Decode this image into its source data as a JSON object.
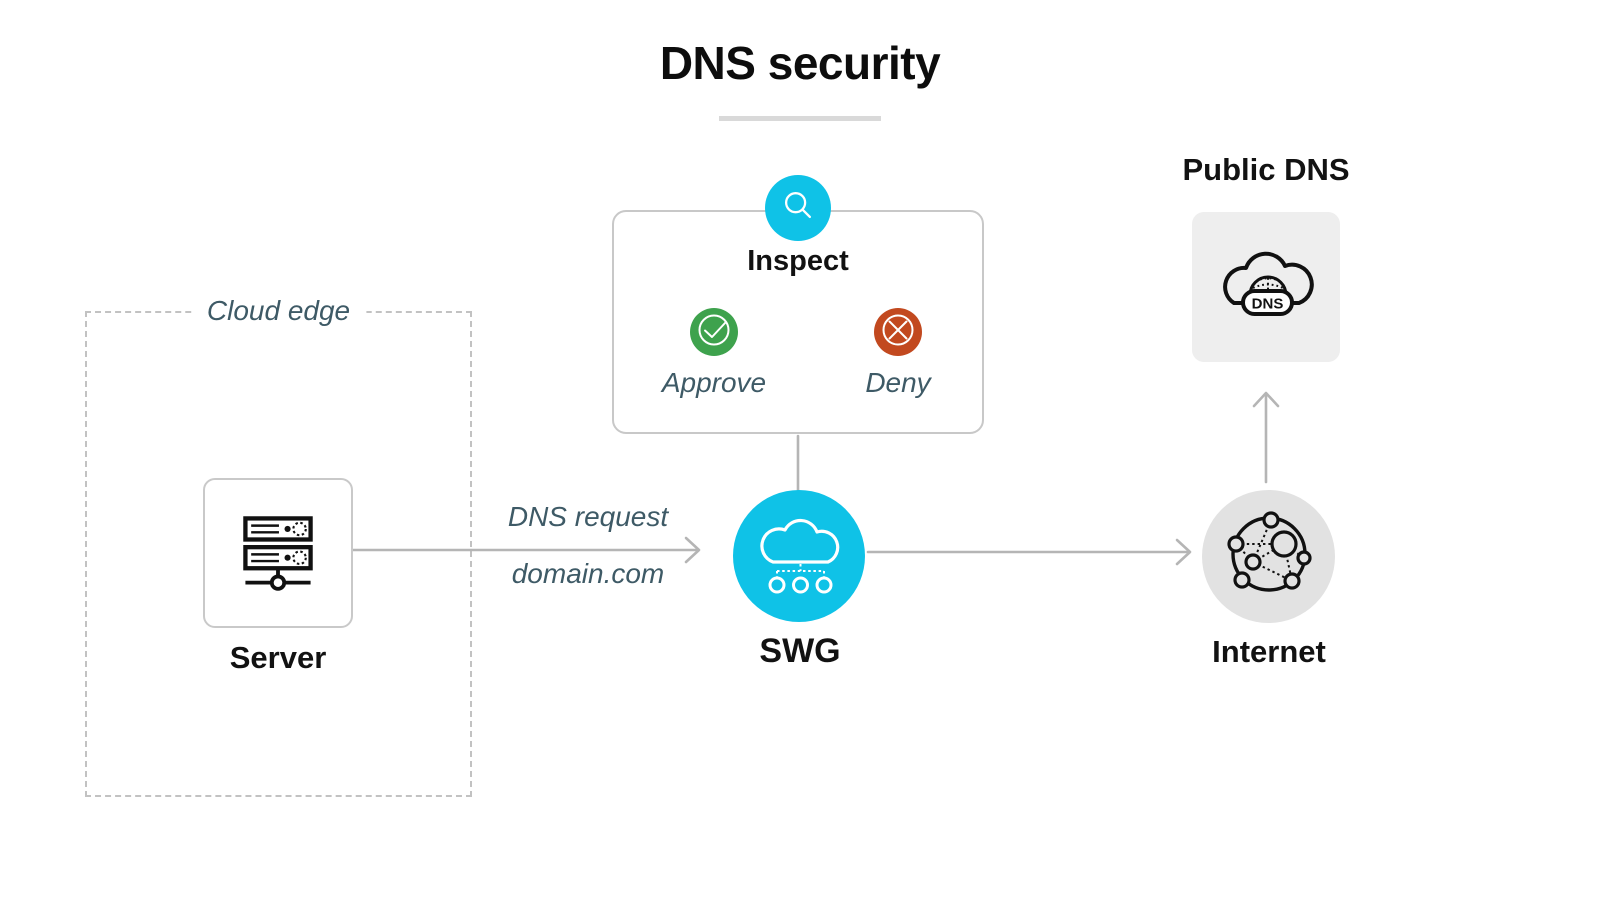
{
  "title": {
    "text": "DNS security"
  },
  "cloud_edge": {
    "label": "Cloud edge"
  },
  "nodes": {
    "server": {
      "label": "Server"
    },
    "swg": {
      "label": "SWG"
    },
    "internet": {
      "label": "Internet"
    },
    "public_dns": {
      "label": "Public DNS",
      "icon_text": "DNS"
    }
  },
  "inspect_panel": {
    "title": "Inspect",
    "approve_label": "Approve",
    "deny_label": "Deny"
  },
  "edges": {
    "server_to_swg": {
      "label_line1": "DNS request",
      "label_line2": "domain.com"
    }
  },
  "icons": {
    "inspect": "magnifier-icon",
    "approve": "check-circle-icon",
    "deny": "x-circle-icon",
    "swg": "cloud-gateway-icon",
    "server": "server-rack-icon",
    "internet": "network-globe-icon",
    "public_dns": "dns-cloud-icon"
  },
  "colors": {
    "accent_cyan": "#0fc2e7",
    "approve_green": "#3ea24d",
    "deny_red": "#c2491f",
    "slate_text": "#3e5a66",
    "line_gray": "#b5b5b5",
    "node_border_gray": "#c9c9c9",
    "internet_circle_bg": "#e2e2e2",
    "public_dns_box_bg": "#eeeeee",
    "title_underline": "#d9d9d9"
  }
}
